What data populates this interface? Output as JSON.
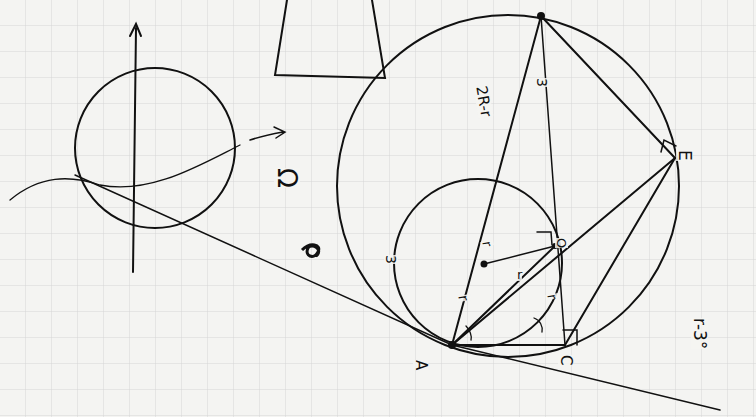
{
  "diagram": {
    "labels": [
      "Ω",
      "3",
      "3",
      "2R-r",
      "r",
      "r",
      "r",
      "r",
      "A",
      "C",
      "O",
      "E",
      "r-3°"
    ]
  }
}
